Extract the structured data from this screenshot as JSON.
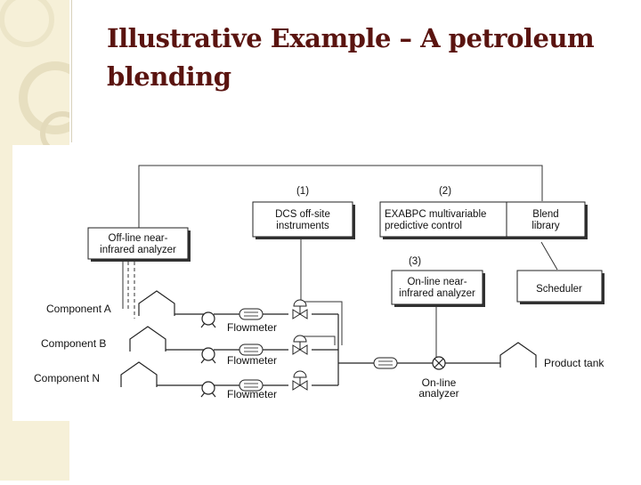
{
  "slide": {
    "title_line1": "Illustrative Example – A petroleum",
    "title_line2": "blending"
  },
  "diagram": {
    "markers": [
      "(1)",
      "(2)",
      "(3)"
    ],
    "dcs": [
      "DCS off-site",
      "instruments"
    ],
    "exabpc": [
      "EXABPC multivariable",
      "predictive control"
    ],
    "blend_library": [
      "Blend",
      "library"
    ],
    "offline_analyzer": [
      "Off-line near-",
      "infrared analyzer"
    ],
    "online_analyzer": [
      "On-line near-",
      "infrared analyzer"
    ],
    "scheduler": "Scheduler",
    "components": [
      "Component A",
      "Component B",
      "Component N"
    ],
    "flowmeter": "Flowmeter",
    "product_tank": "Product tank",
    "online_analyzer_label": [
      "On-line",
      "analyzer"
    ]
  },
  "colors": {
    "title": "#5a1410",
    "side_panel": "#f6f0d8"
  }
}
